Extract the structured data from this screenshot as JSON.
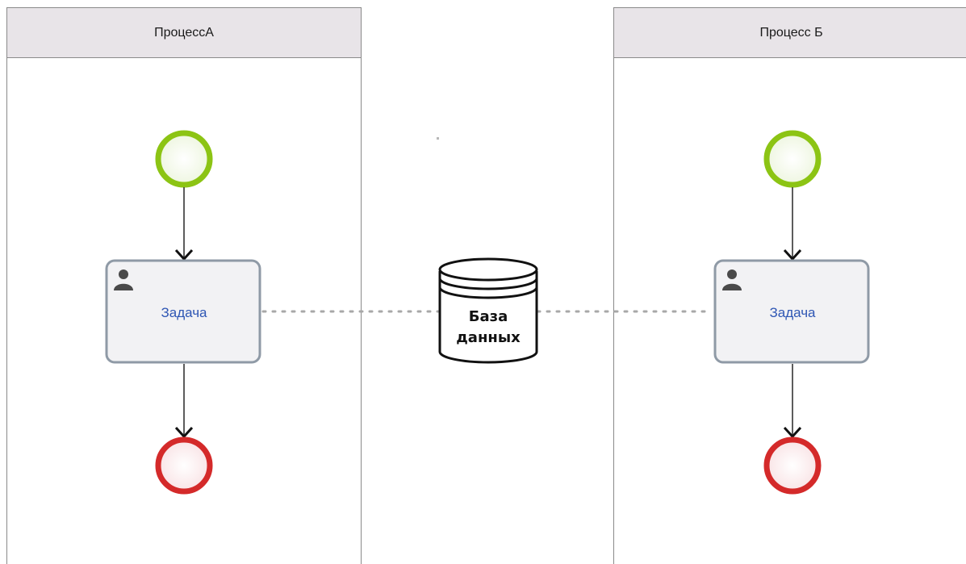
{
  "pools": [
    {
      "title": "ПроцессА"
    },
    {
      "title": "Процесс Б"
    }
  ],
  "tasks": [
    {
      "label": "Задача"
    },
    {
      "label": "Задача"
    }
  ],
  "data_store": {
    "label_line1": "База",
    "label_line2": "данных"
  },
  "colors": {
    "start_event": "#8cc414",
    "end_event": "#d42a2a",
    "task_border": "#8f9aa6",
    "task_fill": "#f2f2f4",
    "task_text": "#2e56b4",
    "pool_header": "#e8e4e8",
    "association": "#b0b0b0"
  },
  "icons": {
    "task_type": "user-icon"
  }
}
